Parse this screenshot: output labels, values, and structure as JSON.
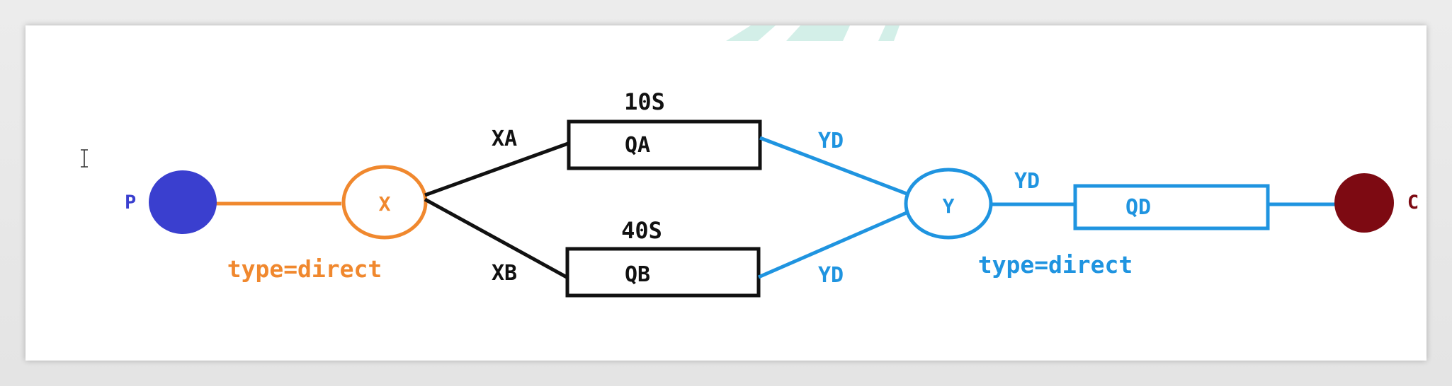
{
  "colors": {
    "orange": "#f0882e",
    "blue": "#1f94e0",
    "black": "#111111",
    "producer_fill": "#3a3fcf",
    "consumer_fill": "#7d0a12",
    "watermark": "#cfeee6"
  },
  "nodes": {
    "producer": {
      "label": "P"
    },
    "exchange_x": {
      "label": "X",
      "type_label": "type=direct"
    },
    "queue_a": {
      "label": "QA",
      "ttl_label": "10S"
    },
    "queue_b": {
      "label": "QB",
      "ttl_label": "40S"
    },
    "exchange_y": {
      "label": "Y",
      "type_label": "type=direct"
    },
    "queue_d": {
      "label": "QD"
    },
    "consumer": {
      "label": "C"
    }
  },
  "edges": {
    "x_to_qa": {
      "label": "XA"
    },
    "x_to_qb": {
      "label": "XB"
    },
    "qa_to_y": {
      "label": "YD"
    },
    "qb_to_y": {
      "label": "YD"
    },
    "y_to_qd": {
      "label": "YD"
    }
  }
}
